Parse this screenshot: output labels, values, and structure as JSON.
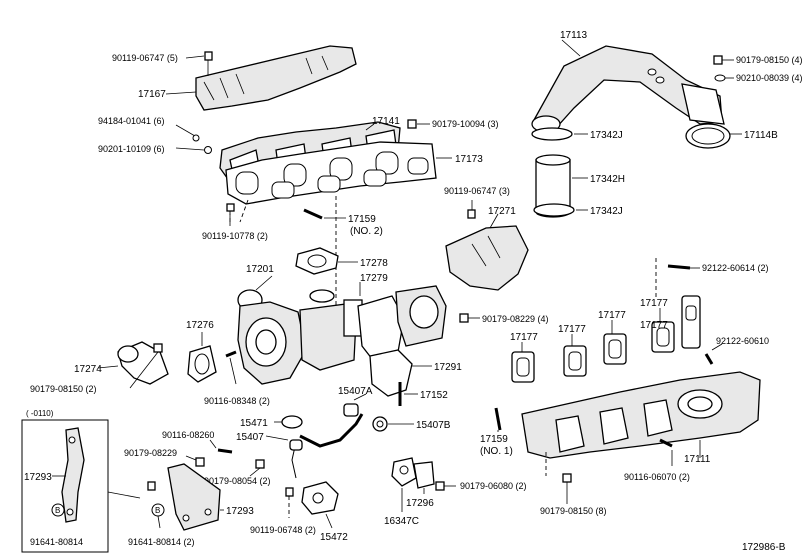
{
  "diagram_code": "172986-B",
  "inset": {
    "range": "( -0110)",
    "label_b": "B"
  },
  "parts": {
    "p90119_06747_5": "90119-06747 (5)",
    "p17167": "17167",
    "p94184": "94184-01041 (6)",
    "p90201": "90201-10109 (6)",
    "p17141": "17141",
    "p90179_10094": "90179-10094 (3)",
    "p17173": "17173",
    "p90119_10778": "90119-10778 (2)",
    "p17159_no2": "17159",
    "p17159_no2_sub": "(NO. 2)",
    "p17278": "17278",
    "p17201": "17201",
    "p17279": "17279",
    "p17276": "17276",
    "p17274": "17274",
    "p90179_08150_2": "90179-08150 (2)",
    "p90116_08348": "90116-08348 (2)",
    "p17113": "17113",
    "p90179_08150_4": "90179-08150 (4)",
    "p90210": "90210-08039 (4)",
    "p17342j_a": "17342J",
    "p17114b": "17114B",
    "p17342h": "17342H",
    "p17342j_b": "17342J",
    "p90119_06747_3": "90119-06747 (3)",
    "p17271": "17271",
    "p92122_60614": "92122-60614 (2)",
    "p90179_08229_4": "90179-08229 (4)",
    "p17177_a": "17177",
    "p17177_b": "17177",
    "p17177_c": "17177",
    "p17177_d": "17177",
    "p17177_e": "17177",
    "p92122_60610": "92122-60610",
    "p17291": "17291",
    "p15407a": "15407A",
    "p17152": "17152",
    "p15407b": "15407B",
    "p15471": "15471",
    "p15407": "15407",
    "p90116_08260": "90116-08260",
    "p90179_08229_b": "90179-08229",
    "p90179_08054": "90179-08054 (2)",
    "p90119_06748": "90119-06748 (2)",
    "p15472": "15472",
    "p17159_no1": "17159",
    "p17159_no1_sub": "(NO. 1)",
    "p17111": "17111",
    "p90116_06070": "90116-06070 (2)",
    "p90179_08150_8": "90179-08150 (8)",
    "p17296": "17296",
    "p90179_06080": "90179-06080 (2)",
    "p16347c": "16347C",
    "p17293_inset": "17293",
    "p17293": "17293",
    "p91641_inset": "91641-80814",
    "p91641": "91641-80814 (2)"
  }
}
